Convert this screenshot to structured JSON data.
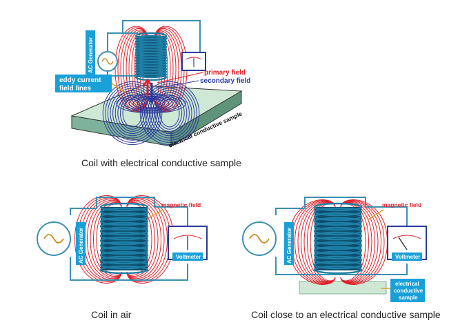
{
  "top": {
    "ac_generator": "AC Generator",
    "eddy_label_line1": "eddy current",
    "eddy_label_line2": "field lines",
    "primary_field": "primary field",
    "secondary_field": "secondary field",
    "sample_label": "electrical conductive sample",
    "caption": "Coil with electrical conductive sample"
  },
  "left": {
    "ac_generator": "AC Generator",
    "magnetic_field": "magnetic field",
    "voltmeter": "Voltmeter",
    "caption": "Coil in air"
  },
  "right": {
    "ac_generator": "AC Generator",
    "magnetic_field": "magnetic field",
    "voltmeter": "Voltmeter",
    "sample_line1": "electrical",
    "sample_line2": "conductive",
    "sample_line3": "sample",
    "caption": "Coil close to an electrical conductive sample"
  },
  "colors": {
    "coil": "#1f7fa6",
    "coil_dark": "#0d4f6e",
    "field": "#e0202a",
    "eddy": "#2a3a9e",
    "wire": "#3a8fb0",
    "label_bg": "#1aa0d8",
    "sample": "#cfe8d6"
  }
}
